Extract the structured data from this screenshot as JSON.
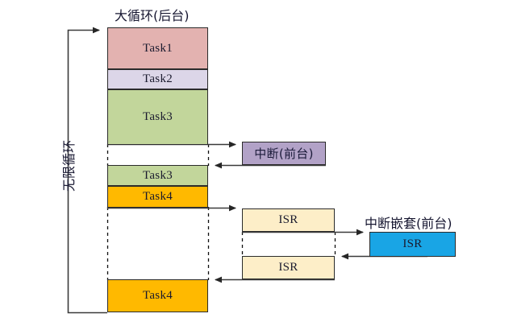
{
  "diagram": {
    "title_main": "大循环(后台)",
    "title_nested": "中断嵌套(前台)",
    "loop_label": "无限循环",
    "footer_note": "",
    "colors": {
      "task1": "#e3b2b0",
      "task2": "#dcd6e8",
      "task3": "#c2d69b",
      "task4": "#ffb900",
      "interrupt": "#b2a2c7",
      "isr": "#fdeec8",
      "isr_nested": "#19a5e5",
      "stroke": "#2b2b2b",
      "arrow": "#3a3a3a"
    },
    "background_blocks": [
      {
        "name": "task1",
        "label": "Task1",
        "color_key": "task1"
      },
      {
        "name": "task2",
        "label": "Task2",
        "color_key": "task2"
      },
      {
        "name": "task3a",
        "label": "Task3",
        "color_key": "task3"
      },
      {
        "name": "task3b",
        "label": "Task3",
        "color_key": "task3"
      },
      {
        "name": "task4a",
        "label": "Task4",
        "color_key": "task4"
      },
      {
        "name": "task4b",
        "label": "Task4",
        "color_key": "task4"
      }
    ],
    "foreground_blocks": [
      {
        "name": "interrupt",
        "label": "中断(前台)",
        "color_key": "interrupt"
      },
      {
        "name": "isr-first",
        "label": "ISR",
        "color_key": "isr"
      },
      {
        "name": "isr-second",
        "label": "ISR",
        "color_key": "isr"
      },
      {
        "name": "isr-nested",
        "label": "ISR",
        "color_key": "isr_nested"
      }
    ]
  }
}
